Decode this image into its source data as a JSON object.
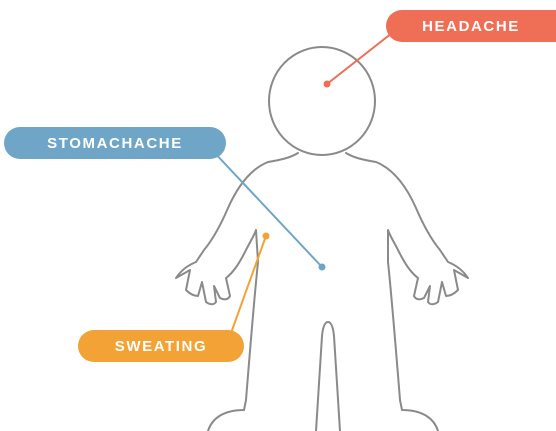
{
  "labels": {
    "headache": "HEADACHE",
    "stomachache": "STOMACHACHE",
    "sweating": "SWEATING"
  },
  "colors": {
    "headache": "#ee6e56",
    "stomachache": "#6fa6c7",
    "sweating": "#f3a236",
    "outline": "#8a8a8a"
  }
}
